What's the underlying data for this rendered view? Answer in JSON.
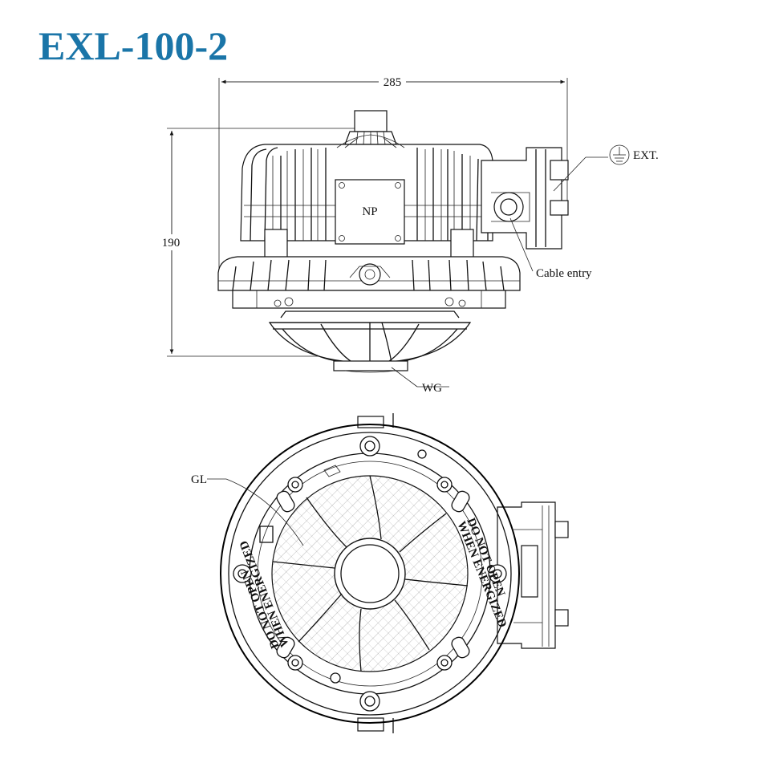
{
  "title": "EXL-100-2",
  "dimensions": {
    "width": "285",
    "height": "190"
  },
  "labels": {
    "ext": "EXT.",
    "cable_entry": "Cable entry",
    "np": "NP",
    "wg": "WG",
    "gl": "GL"
  },
  "warning": {
    "line1": "DO NOT OPEN",
    "line2": "WHEN ENERGIZED"
  },
  "colors": {
    "title": "#1a75a8"
  }
}
